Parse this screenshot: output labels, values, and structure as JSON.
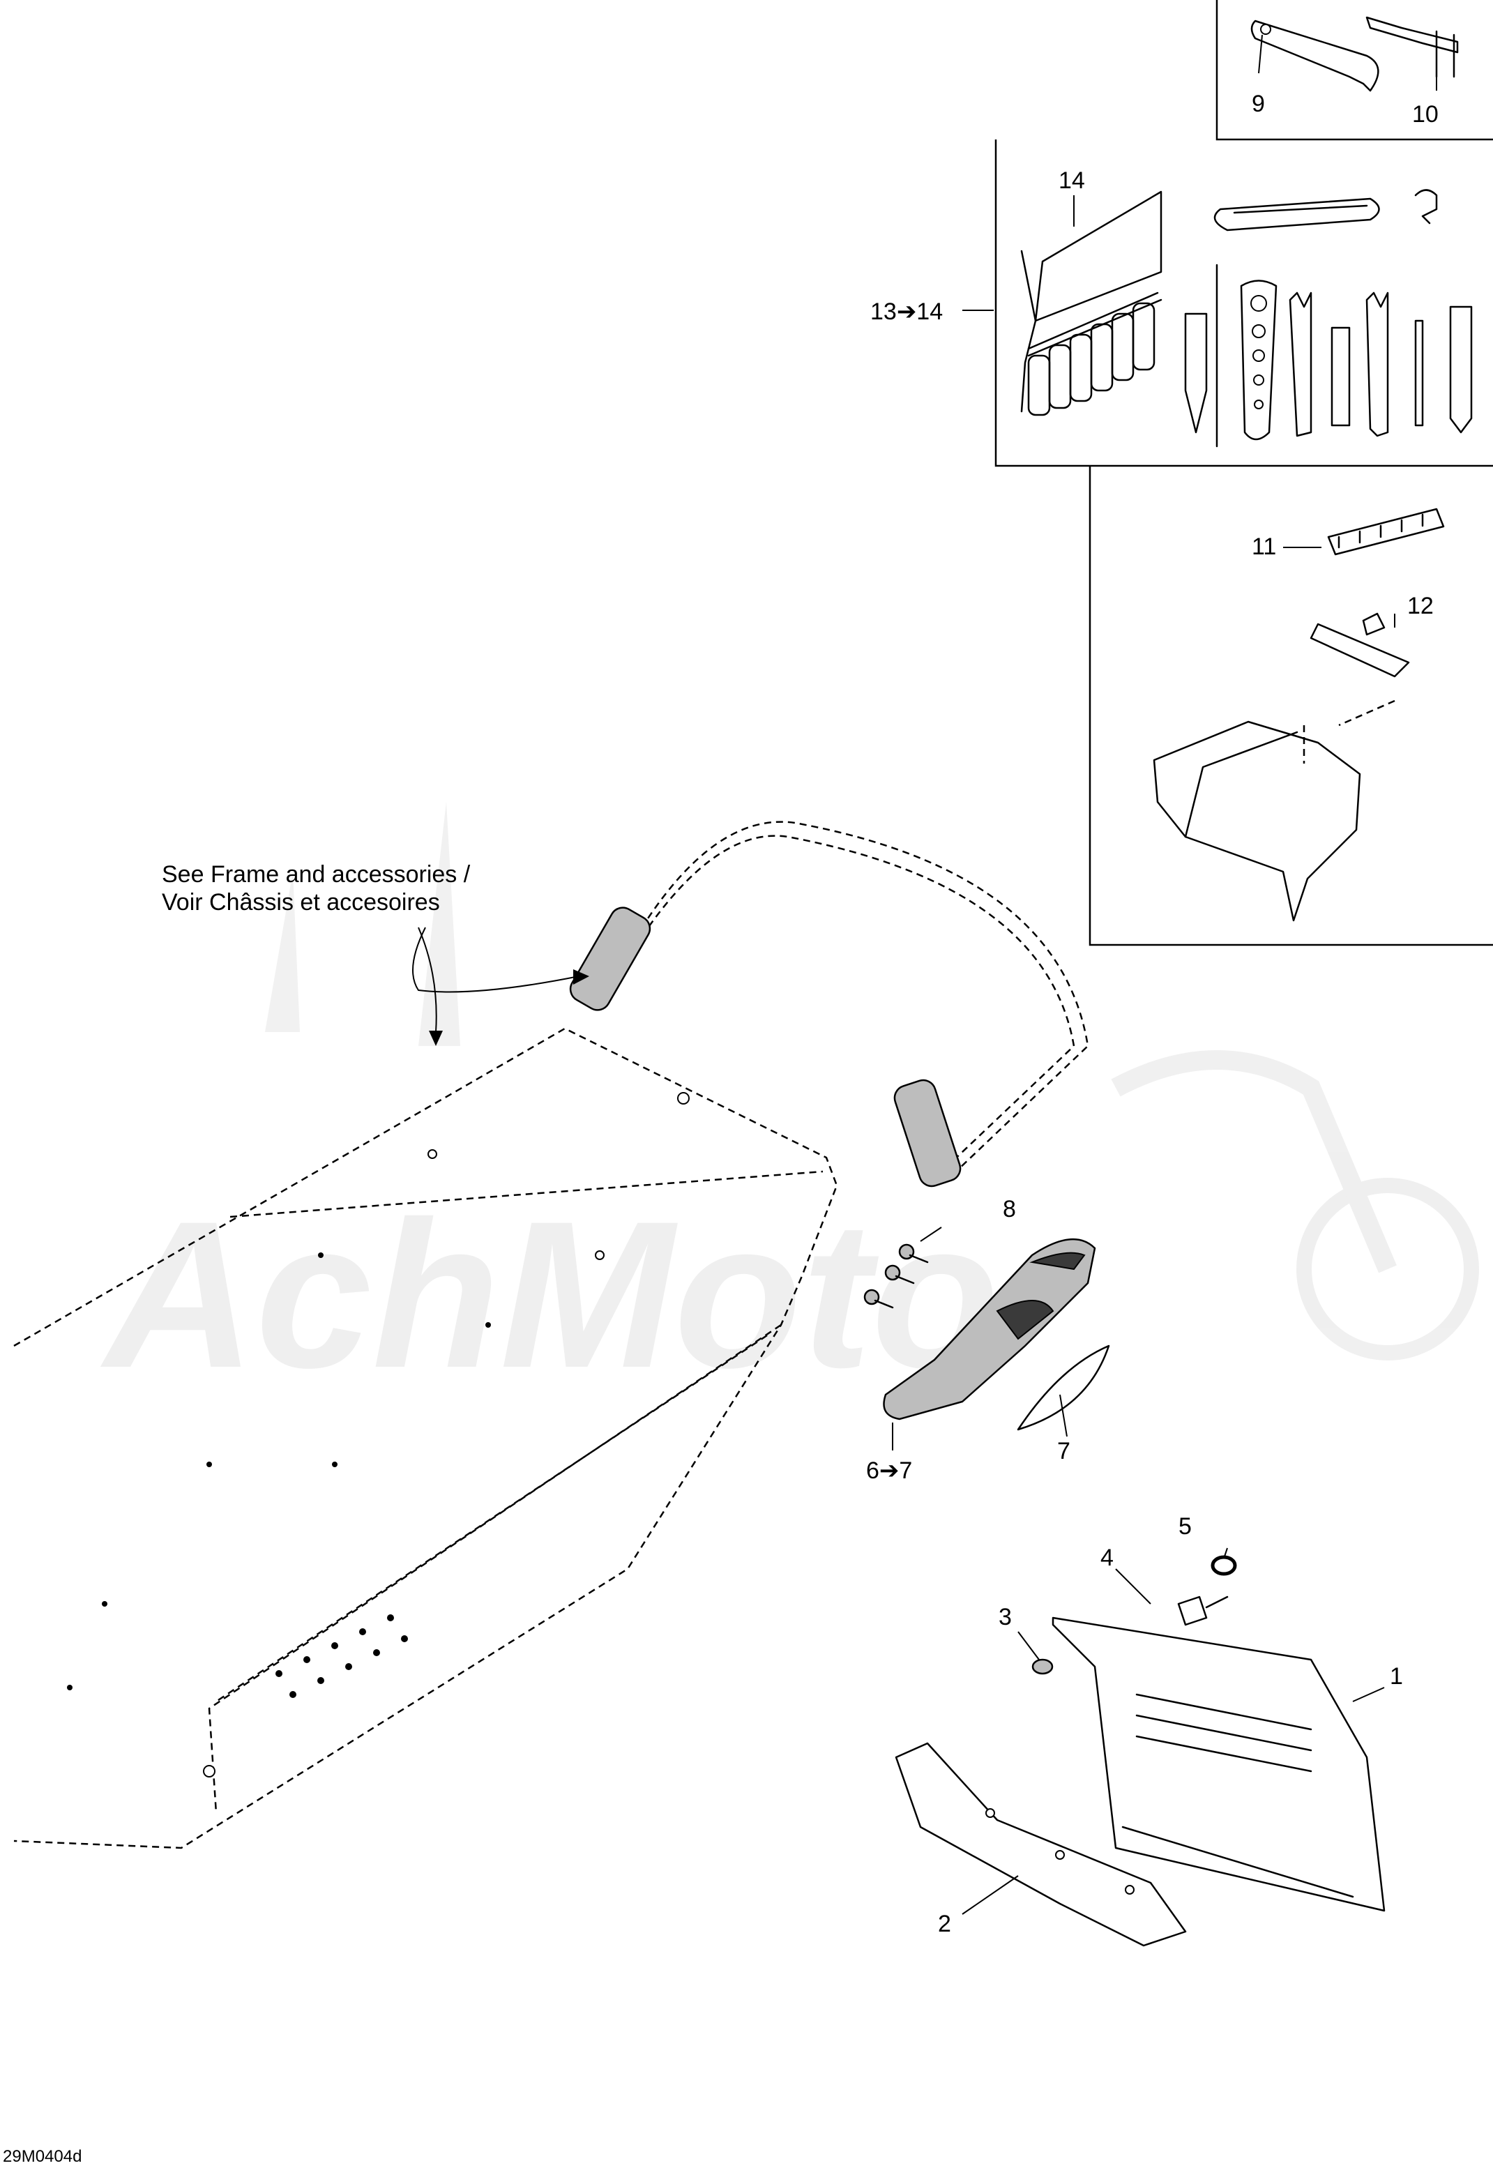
{
  "diagram_code": "29M0404d",
  "note": {
    "line1": "See Frame and accessories /",
    "line2": "Voir Châssis et accesoires"
  },
  "callouts": {
    "c1": "1",
    "c2": "2",
    "c3": "3",
    "c4": "4",
    "c5": "5",
    "c6": "6➔7",
    "c7": "7",
    "c8": "8",
    "c9": "9",
    "c10": "10",
    "c11": "11",
    "c12": "12",
    "c13": "13➔14",
    "c14": "14"
  },
  "watermark": "AchMoto"
}
